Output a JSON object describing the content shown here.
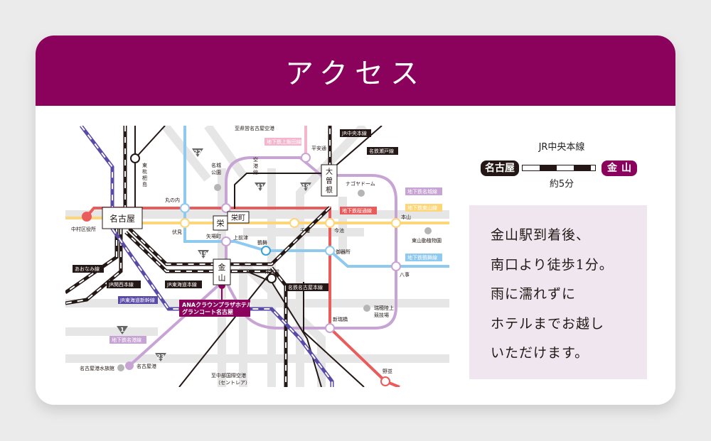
{
  "header": {
    "title": "アクセス"
  },
  "colors": {
    "brand": "#8a025c",
    "note_bg": "#efe6ef",
    "page_bg": "#ebebeb",
    "sakura_dori": "#ea5b5b",
    "higashiyama": "#fdd67a",
    "tsurumai": "#8ec9ef",
    "meijo": "#c7a4d4",
    "kamiiida": "#f4b6cc",
    "shinkansen": "#5a4aa8",
    "jr": "#231815",
    "road": "#e6e6e6"
  },
  "route": {
    "line_name": "JR中央本線",
    "from": "名古屋",
    "to": "金山",
    "time": "約5分"
  },
  "note": {
    "lines": [
      "金山駅到着後、",
      "南口より徒歩1分。",
      "雨に濡れずに",
      "ホテルまでお越し",
      "いただけます。"
    ]
  },
  "map": {
    "hotel_label": [
      "ANAクラウンプラザホテル",
      "グランコート名古屋"
    ],
    "major_stations": {
      "nagoya": "名古屋",
      "sakae": "栄",
      "sakaemachi": "栄町",
      "kanayama": [
        "金",
        "山"
      ],
      "ozone": [
        "大",
        "曽",
        "根"
      ]
    },
    "stations": {
      "higashi_biwajima": [
        "東",
        "枇",
        "杷",
        "島"
      ],
      "marunouchi": "丸の内",
      "fushimi": "伏見",
      "yabacho": "矢場町",
      "kamimaezu": "上前津",
      "tsurumai": "鶴舞",
      "chikusa": "千種",
      "imaike": "今池",
      "gokiso": "御器所",
      "motoyama": "本山",
      "yagoto": "八事",
      "heian_dori": "平安通",
      "jingumae": "神宮前",
      "aratamabashi": "新瑞橋",
      "nonami": "野並",
      "nagoyako": "名古屋港",
      "nakamura_kuyakusho": "中村区役所"
    },
    "landmarks": {
      "meijo_koen": [
        "名城",
        "公園"
      ],
      "nagoya_dome": "ナゴヤドーム",
      "higashiyama_zoo": "東山動植物園",
      "mizuho_stadium": [
        "瑞穂陸上",
        "競技場"
      ],
      "port_aquarium": "名古屋港水族館",
      "to_komaki_airport": "至県営名古屋空港",
      "to_centrair": [
        "至中部国際空港",
        "（セントレア）"
      ],
      "airport_line": [
        "空",
        "港",
        "線"
      ]
    },
    "line_labels": {
      "jr_chuo": "JR中央本線",
      "meitetsu_seto": "名鉄瀬戸線",
      "kamiiida": "地下鉄上飯田線",
      "meijo": "地下鉄名城線",
      "higashiyama": "地下鉄東山線",
      "sakura_dori": "地下鉄桜通線",
      "tsurumai": "地下鉄鶴舞線",
      "meiko": "地下鉄名港線",
      "aonami": "あおなみ線",
      "jr_kansai": "JR関西本線",
      "jr_tokaido": "JR東海道本線",
      "jr_shinkansen": "JR東海道新幹線",
      "meitetsu_nagoya": "名鉄名古屋本線"
    },
    "route_shields": [
      "22",
      "41",
      "19",
      "19",
      "1",
      "23"
    ]
  }
}
